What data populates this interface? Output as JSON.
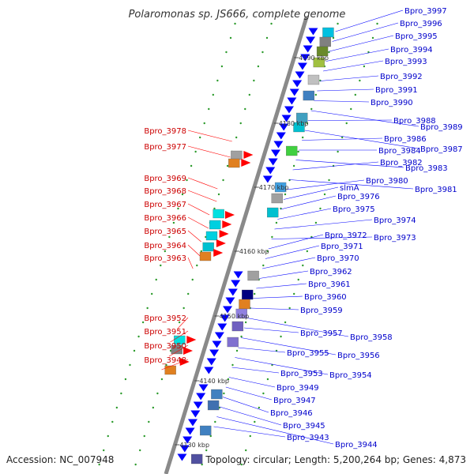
{
  "title": "Polaromonas sp. JS666, complete genome",
  "footer": {
    "accession": "Accession: NC_007948",
    "summary": "Topology: circular; Length: 5,200,264 bp; Genes: 4,873"
  },
  "ticks": [
    "4190 kbp",
    "4180 kbp",
    "4170 kbp",
    "4160 kbp",
    "4150 kbp",
    "4140 kbp",
    "4130 kbp"
  ],
  "colors": {
    "reverse": "#ff0000",
    "forward": "#0000ff",
    "backbone": "#888888"
  },
  "reverse_genes": [
    "Bpro_3978",
    "Bpro_3977",
    "Bpro_3969",
    "Bpro_3968",
    "Bpro_3967",
    "Bpro_3966",
    "Bpro_3965",
    "Bpro_3964",
    "Bpro_3963",
    "Bpro_3952",
    "Bpro_3951",
    "Bpro_3950",
    "Bpro_3948"
  ],
  "forward_genes": [
    "Bpro_3997",
    "Bpro_3996",
    "Bpro_3995",
    "Bpro_3994",
    "Bpro_3993",
    "Bpro_3992",
    "Bpro_3991",
    "Bpro_3990",
    "Bpro_3989",
    "Bpro_3988",
    "Bpro_3987",
    "Bpro_3986",
    "Bpro_3984",
    "Bpro_3983",
    "Bpro_3982",
    "Bpro_3981",
    "Bpro_3980",
    "slmA",
    "Bpro_3976",
    "Bpro_3975",
    "Bpro_3974",
    "Bpro_3973",
    "Bpro_3972",
    "Bpro_3971",
    "Bpro_3970",
    "Bpro_3962",
    "Bpro_3961",
    "Bpro_3960",
    "Bpro_3959",
    "Bpro_3958",
    "Bpro_3957",
    "Bpro_3956",
    "Bpro_3955",
    "Bpro_3954",
    "Bpro_3953",
    "Bpro_3949",
    "Bpro_3947",
    "Bpro_3946",
    "Bpro_3945",
    "Bpro_3944",
    "Bpro_3943"
  ]
}
